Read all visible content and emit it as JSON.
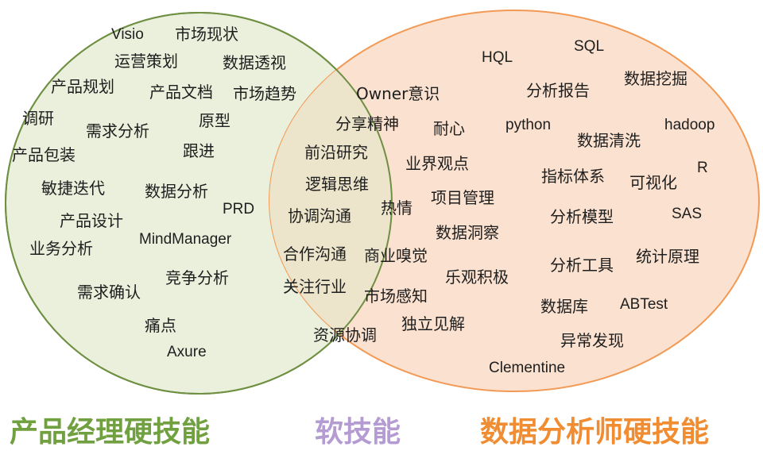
{
  "colors": {
    "pm_fill": "#eaf0dc",
    "pm_stroke": "#6f8f43",
    "da_fill": "#fbe1cf",
    "da_stroke": "#f29a55",
    "overlap_fill": "#ece4cb",
    "pm_title": "#70a040",
    "soft_title": "#b49bd1",
    "da_title": "#f08c32"
  },
  "titles": {
    "pm": "产品经理硬技能",
    "soft": "软技能",
    "da": "数据分析师硬技能"
  },
  "pm_words": [
    "Visio",
    "市场现状",
    "运营策划",
    "数据透视",
    "产品规划",
    "产品文档",
    "市场趋势",
    "调研",
    "需求分析",
    "原型",
    "产品包装",
    "跟进",
    "敏捷迭代",
    "数据分析",
    "PRD",
    "产品设计",
    "MindManager",
    "业务分析",
    "竞争分析",
    "需求确认",
    "痛点",
    "Axure"
  ],
  "soft_words": [
    "Owner意识",
    "分享精神",
    "耐心",
    "前沿研究",
    "业界观点",
    "逻辑思维",
    "热情",
    "项目管理",
    "协调沟通",
    "数据洞察",
    "合作沟通",
    "商业嗅觉",
    "关注行业",
    "市场感知",
    "乐观积极",
    "资源协调",
    "独立见解"
  ],
  "da_words": [
    "HQL",
    "SQL",
    "分析报告",
    "数据挖掘",
    "python",
    "hadoop",
    "数据清洗",
    "R",
    "指标体系",
    "可视化",
    "SAS",
    "分析模型",
    "统计原理",
    "分析工具",
    "数据库",
    "ABTest",
    "异常发现",
    "Clementine"
  ]
}
